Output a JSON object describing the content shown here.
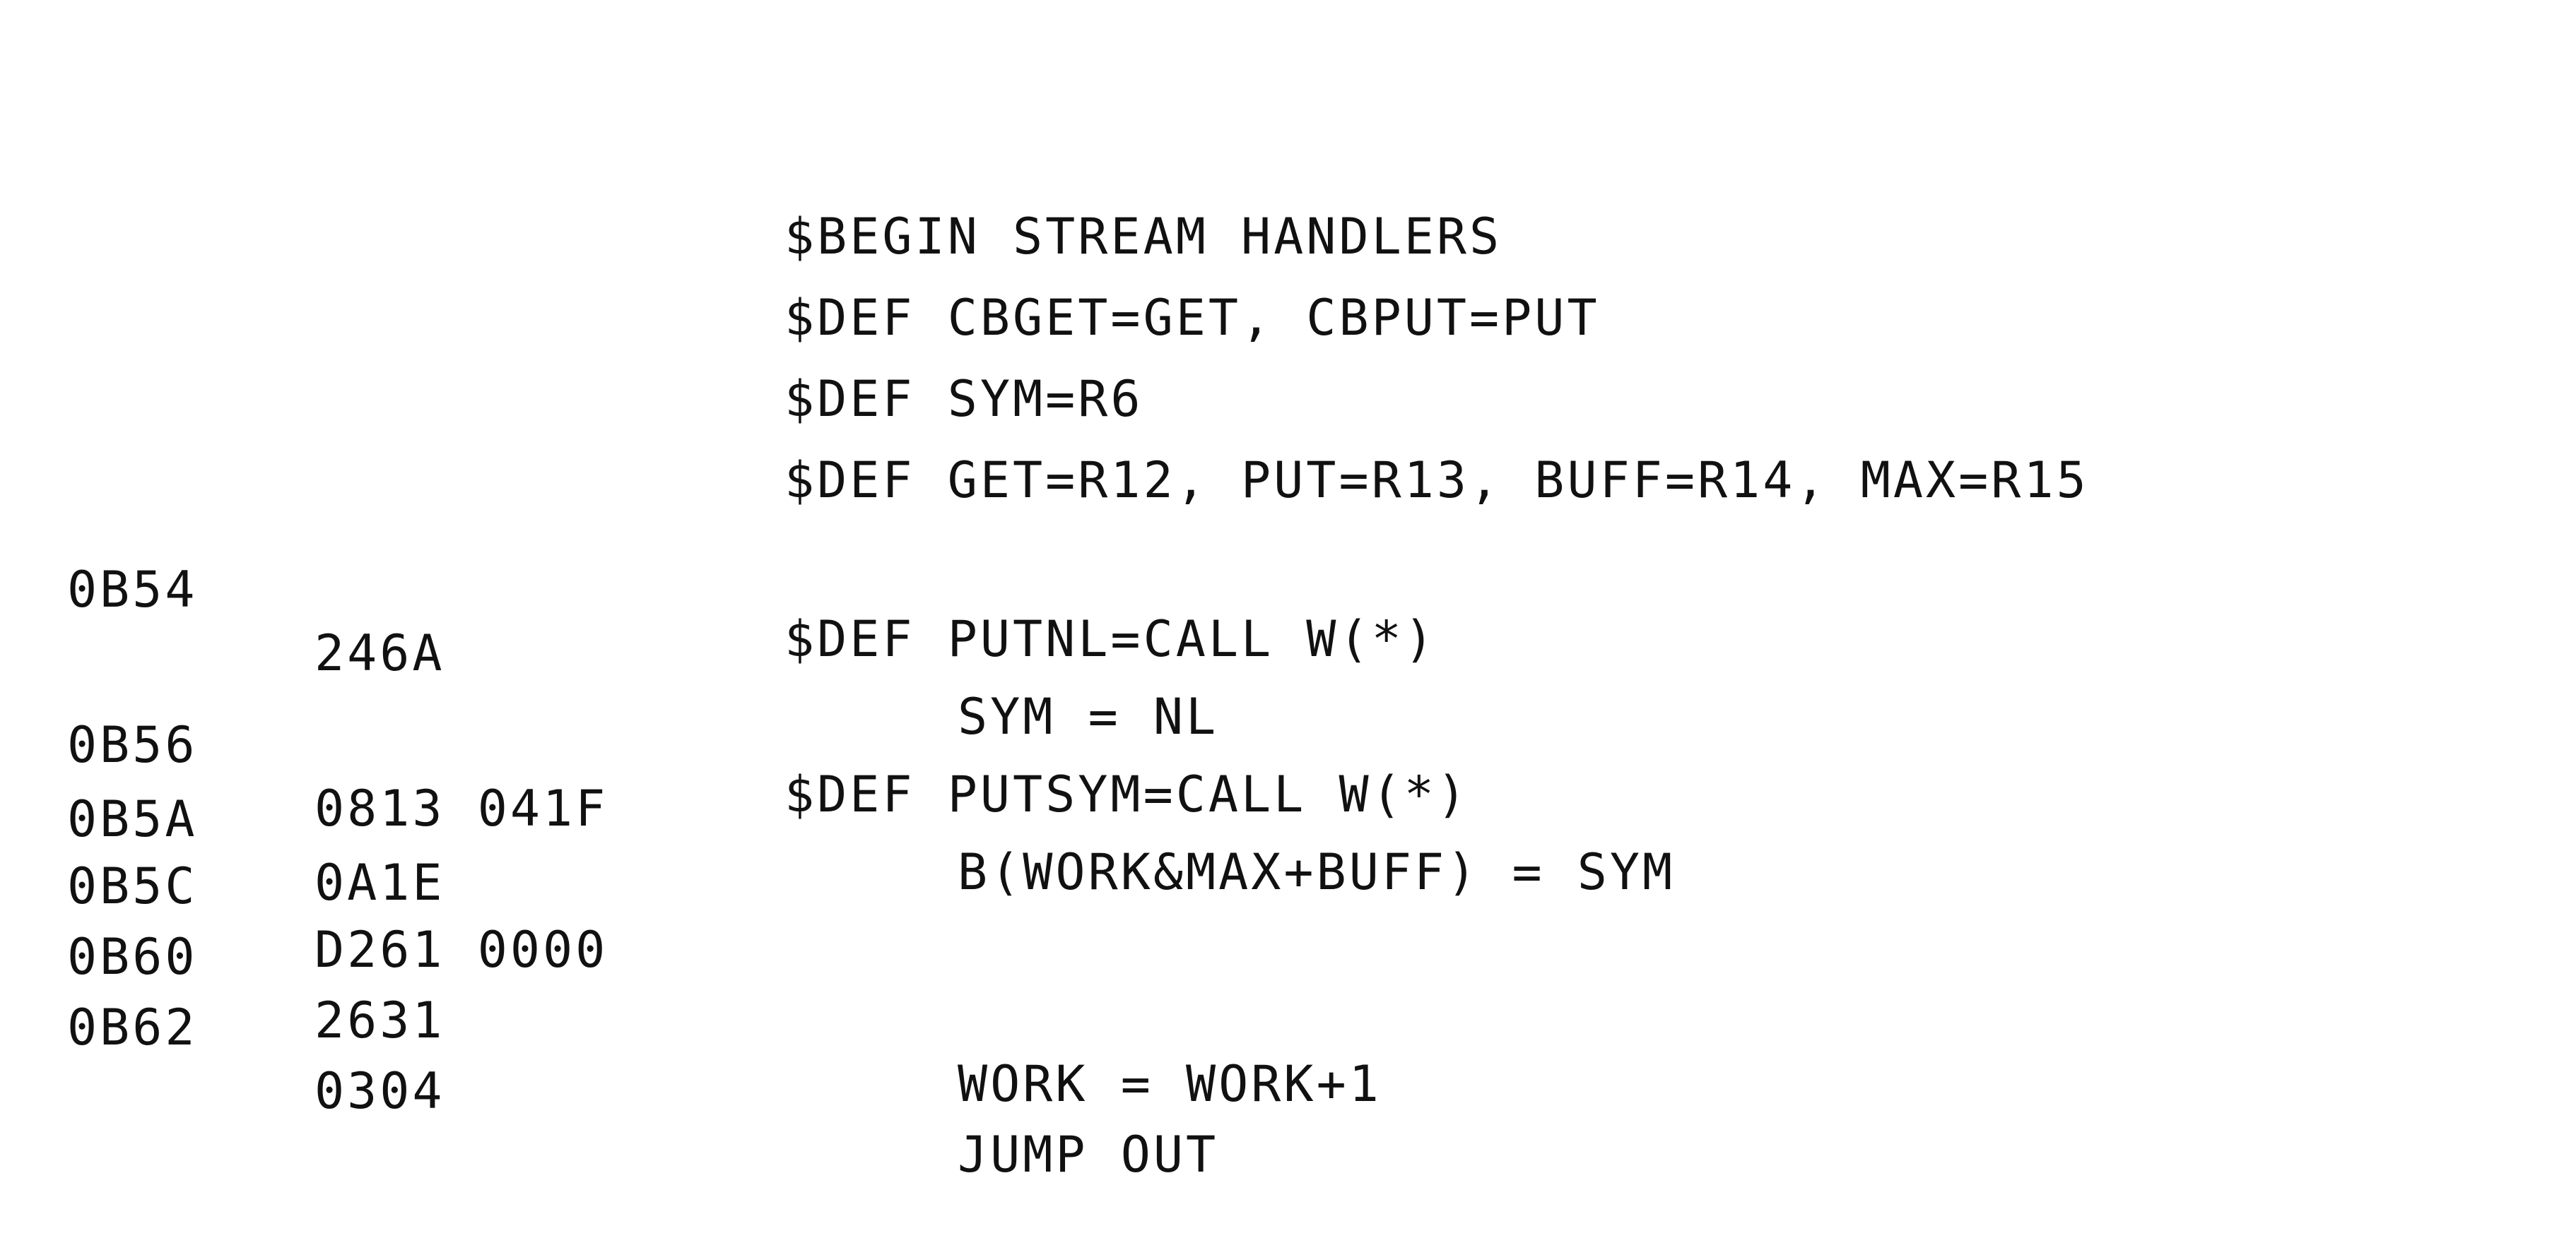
{
  "ui": {
    "colors": {
      "background": "#ffffff",
      "ink": "#111111"
    }
  },
  "listing": {
    "lines": [
      {
        "address": "",
        "object": "",
        "source": "$BEGIN STREAM HANDLERS",
        "indent": false
      },
      {
        "address": "",
        "object": "",
        "source": "$DEF CBGET=GET, CBPUT=PUT",
        "indent": false
      },
      {
        "address": "",
        "object": "",
        "source": "$DEF SYM=R6",
        "indent": false
      },
      {
        "address": "",
        "object": "",
        "source": "$DEF GET=R12, PUT=R13, BUFF=R14, MAX=R15",
        "indent": false
      },
      {
        "address": "",
        "object": "",
        "source": "$DEF PUTNL=CALL W(*)",
        "indent": false
      },
      {
        "address": "0B54",
        "object": "246A",
        "source": "SYM = NL",
        "indent": true
      },
      {
        "address": "",
        "object": "",
        "source": "$DEF PUTSYM=CALL W(*)",
        "indent": false
      },
      {
        "address": "0B56",
        "object": "0813 041F",
        "source": "B(WORK&MAX+BUFF) = SYM",
        "indent": true
      },
      {
        "address": "0B5A",
        "object": "0A1E",
        "source": "",
        "indent": true
      },
      {
        "address": "0B5C",
        "object": "D261 0000",
        "source": "",
        "indent": true
      },
      {
        "address": "0B60",
        "object": "2631",
        "source": "WORK = WORK+1",
        "indent": true
      },
      {
        "address": "0B62",
        "object": "0304",
        "source": "JUMP OUT",
        "indent": true
      }
    ]
  }
}
